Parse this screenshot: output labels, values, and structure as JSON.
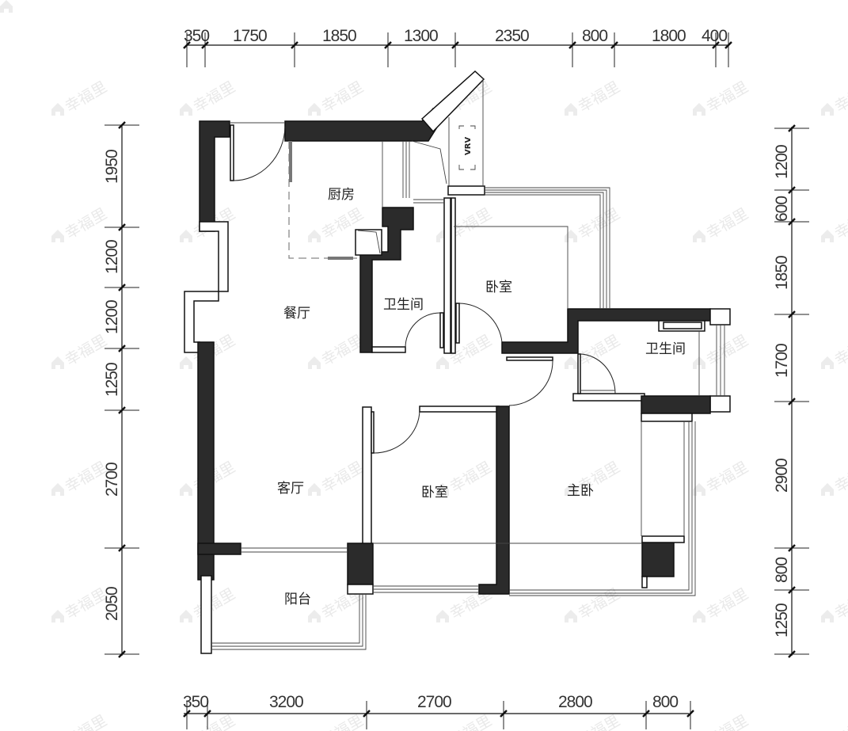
{
  "watermark": {
    "text": "幸福里",
    "icon": "house-logo-icon",
    "color": "#d8d8d8"
  },
  "rooms": {
    "kitchen": "厨房",
    "dining": "餐厅",
    "bath_1": "卫生间",
    "bedroom_1": "卧室",
    "bath_2": "卫生间",
    "living": "客厅",
    "bedroom_2": "卧室",
    "master_bedroom": "主卧",
    "balcony": "阳台"
  },
  "equipment": {
    "vrv_label": "VRV"
  },
  "dimensions": {
    "top": [
      "350",
      "1750",
      "1850",
      "1300",
      "2350",
      "800",
      "1800",
      "400"
    ],
    "bottom": [
      "350",
      "3200",
      "2700",
      "2800",
      "800"
    ],
    "left": [
      "1950",
      "1200",
      "1200",
      "1250",
      "2700",
      "2050"
    ],
    "right": [
      "1200",
      "600",
      "1850",
      "1700",
      "2900",
      "800",
      "1250"
    ]
  },
  "colors": {
    "wall": "#2b2b2b",
    "line": "#111111",
    "dim_text": "#333333"
  }
}
